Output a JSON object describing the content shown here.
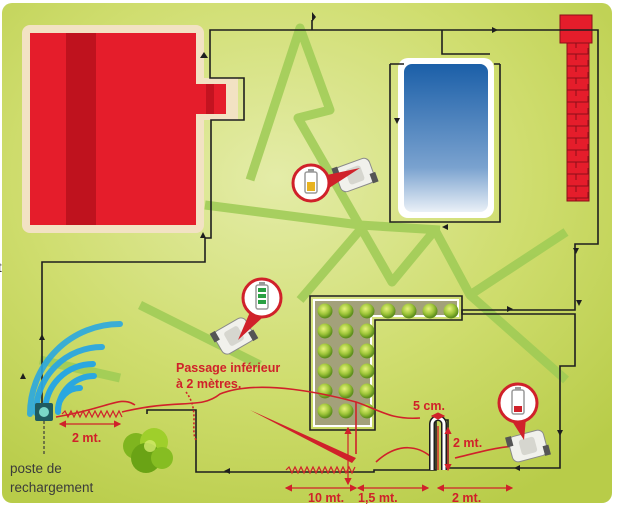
{
  "labels": {
    "passage_line1": "Passage inférieur",
    "passage_line2": "à 2 mètres.",
    "gap_5cm": "5 cm.",
    "spacing_2mt_station": "2 mt.",
    "spacing_2mt_vertical": "2 mt.",
    "spacing_10mt": "10 mt.",
    "spacing_1_5mt": "1,5 mt.",
    "spacing_2mt_bottom": "2 mt.",
    "station_line1": "poste de",
    "station_line2": "rechargement",
    "edge_letter": "t"
  },
  "colors": {
    "lawn": "#c7d758",
    "lawn_light": "#dde89a",
    "mower_path": "#9ecb55",
    "house": "#e51d2b",
    "house_stripe": "#b5101c",
    "house_border": "#f2e2c3",
    "pool_top": "#1b5fa8",
    "pool_bottom": "#e8eef6",
    "wire": "#1e1e1e",
    "signal": "#2aa7e0",
    "label_red": "#d0212a",
    "battery_full": "#2aa043",
    "battery_half": "#e8b321",
    "battery_low": "#d0212a"
  },
  "icons": {
    "battery_high": "battery-full-icon",
    "battery_mid": "battery-half-icon",
    "battery_low": "battery-low-icon",
    "mower": "robot-mower-icon",
    "station": "charging-station-icon",
    "bush": "bush-icon",
    "tree": "tree-icon",
    "house": "house-icon",
    "pool": "pool-icon",
    "fence": "brick-wall-icon"
  }
}
